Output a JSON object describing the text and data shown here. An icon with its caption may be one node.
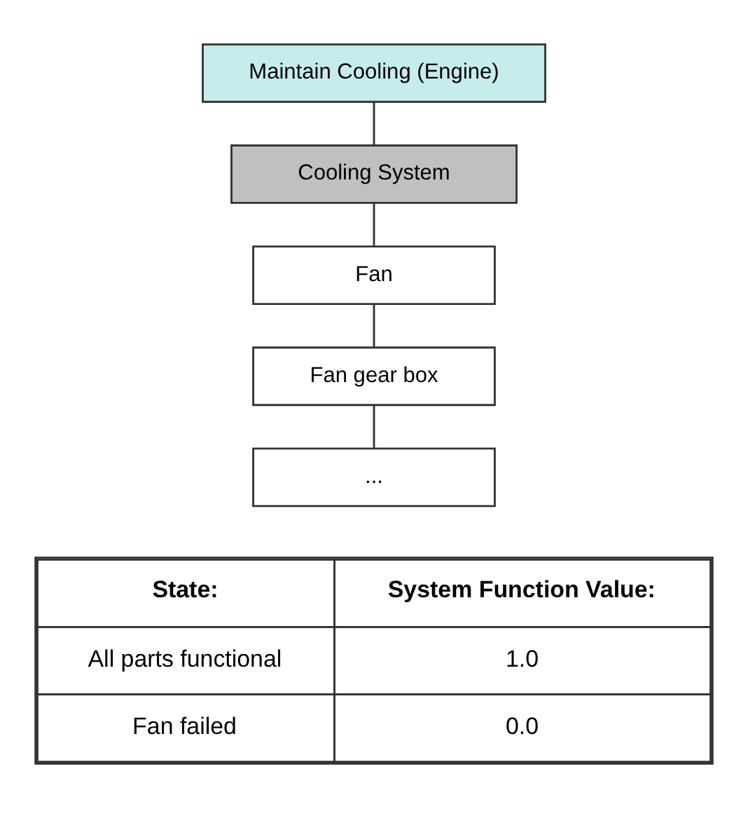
{
  "diagram": {
    "nodes": [
      {
        "text": [
          "Maintain Cooling (Engine)"
        ]
      },
      {
        "text": [
          "Cooling System"
        ]
      },
      {
        "text": [
          "Fan"
        ]
      },
      {
        "text": [
          "Fan gear box"
        ]
      },
      {
        "text": [
          "..."
        ]
      }
    ],
    "edges": [
      {
        "from": 0,
        "to": 1,
        "arrow": "none"
      },
      {
        "from": 1,
        "to": 2,
        "arrow": "none"
      },
      {
        "from": 2,
        "to": 3,
        "arrow": "none"
      },
      {
        "from": 3,
        "to": 4,
        "arrow": "none"
      }
    ],
    "labels": [
      "State:",
      "System Function Value:",
      "All parts functional",
      "1.0",
      "Fan failed",
      "0.0"
    ]
  }
}
